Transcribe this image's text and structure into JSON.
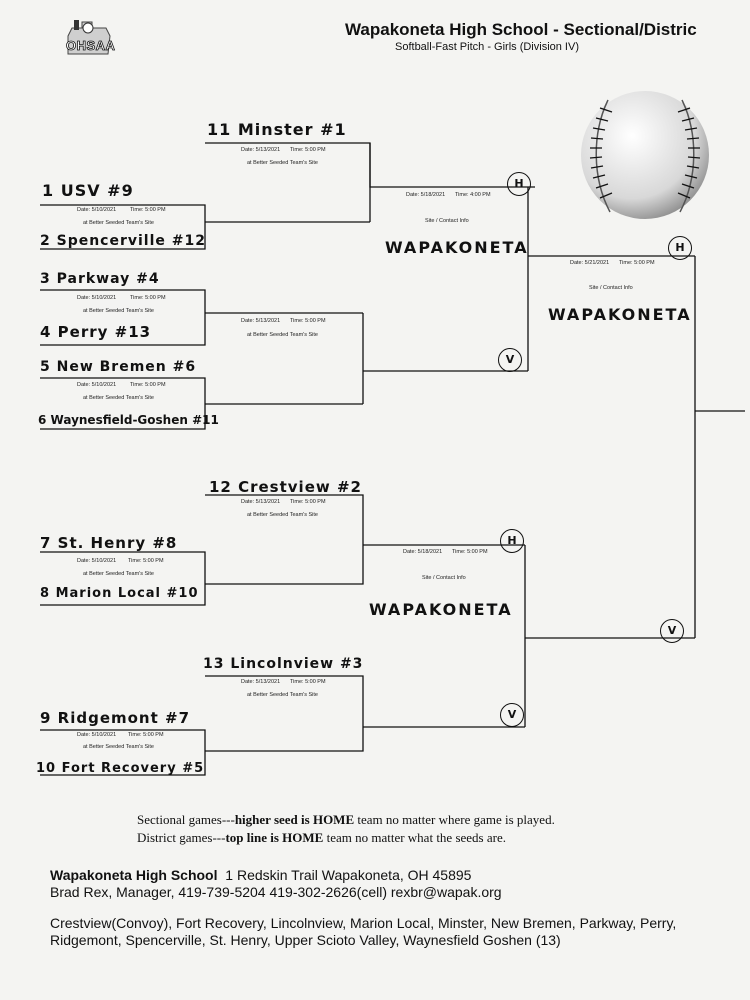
{
  "header": {
    "logo_text": "OHSAA",
    "title": "Wapakoneta High School - Sectional/Distric",
    "subtitle": "Softball-Fast Pitch - Girls (Division IV)"
  },
  "teams": {
    "t11": "11 Minster #1",
    "t1": "1 USV #9",
    "t2": "2 Spencerville #12",
    "t3": "3 Parkway #4",
    "t4": "4 Perry #13",
    "t5": "5 New Bremen #6",
    "t6": "6 Waynesfield-Goshen #11",
    "t12": "12 Crestview #2",
    "t7": "7 St. Henry #8",
    "t8": "8 Marion Local #10",
    "t13": "13 Lincolnview #3",
    "t9": "9 Ridgemont #7",
    "t10": "10 Fort Recovery #5"
  },
  "games": {
    "g1": {
      "date": "Date: 5/10/2021",
      "time": "Time: 5:00 PM",
      "site": "at Better Seeded Team's Site"
    },
    "g2": {
      "date": "Date: 5/10/2021",
      "time": "Time: 5:00 PM",
      "site": "at Better Seeded Team's Site"
    },
    "g3": {
      "date": "Date: 5/10/2021",
      "time": "Time: 5:00 PM",
      "site": "at Better Seeded Team's Site"
    },
    "g4": {
      "date": "Date: 5/10/2021",
      "time": "Time: 5:00 PM",
      "site": "at Better Seeded Team's Site"
    },
    "g5": {
      "date": "Date: 5/10/2021",
      "time": "Time: 5:00 PM",
      "site": "at Better Seeded Team's Site"
    },
    "s1": {
      "date": "Date: 5/13/2021",
      "time": "Time: 5:00 PM",
      "site": "at Better Seeded Team's Site"
    },
    "s2": {
      "date": "Date: 5/13/2021",
      "time": "Time: 5:00 PM",
      "site": "at Better Seeded Team's Site"
    },
    "s3": {
      "date": "Date: 5/13/2021",
      "time": "Time: 5:00 PM",
      "site": "at Better Seeded Team's Site"
    },
    "s4": {
      "date": "Date: 5/13/2021",
      "time": "Time: 5:00 PM",
      "site": "at Better Seeded Team's Site"
    },
    "d1": {
      "date": "Date: 5/18/2021",
      "time": "Time: 4:00 PM",
      "site": "Site / Contact Info",
      "venue": "WAPAKONETA"
    },
    "d2": {
      "date": "Date: 5/18/2021",
      "time": "Time: 5:00 PM",
      "site": "Site / Contact Info",
      "venue": "WAPAKONETA"
    },
    "f": {
      "date": "Date: 5/21/2021",
      "time": "Time: 5:00 PM",
      "site": "Site / Contact Info",
      "venue": "WAPAKONETA"
    }
  },
  "marks": {
    "home": "H",
    "visitor": "V"
  },
  "notes": {
    "line1_a": "Sectional games---",
    "line1_b": "higher seed is HOME",
    "line1_c": " team no matter where game is played.",
    "line2_a": "District games---",
    "line2_b": "top line is HOME",
    "line2_c": " team no matter what the seeds are."
  },
  "footer": {
    "school": "Wapakoneta High School",
    "address": "1 Redskin Trail  Wapakoneta, OH 45895",
    "contact": "Brad Rex, Manager, 419-739-5204  419-302-2626(cell)  rexbr@wapak.org",
    "teams_list": "Crestview(Convoy), Fort Recovery, Lincolnview, Marion Local, Minster, New Bremen, Parkway, Perry, Ridgemont, Spencerville, St. Henry, Upper Scioto Valley, Waynesfield Goshen (13)"
  }
}
